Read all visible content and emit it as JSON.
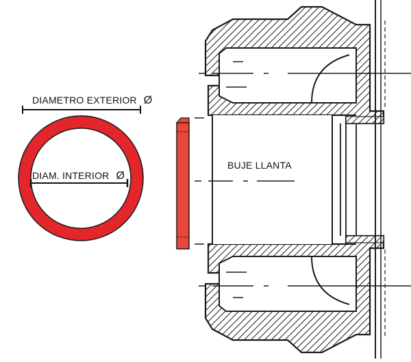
{
  "labels": {
    "outer_diameter": "DIAMETRO EXTERIOR",
    "inner_diameter": "DIAM. INTERIOR",
    "diameter_symbol": "Ø",
    "hub": "BUJE LLANTA"
  },
  "colors": {
    "ring": "#e3262b",
    "seal": "#e8473a",
    "ink": "#1a1a1a",
    "hatch": "#333333"
  },
  "icons": {
    "diameter": "diameter-symbol-icon"
  }
}
